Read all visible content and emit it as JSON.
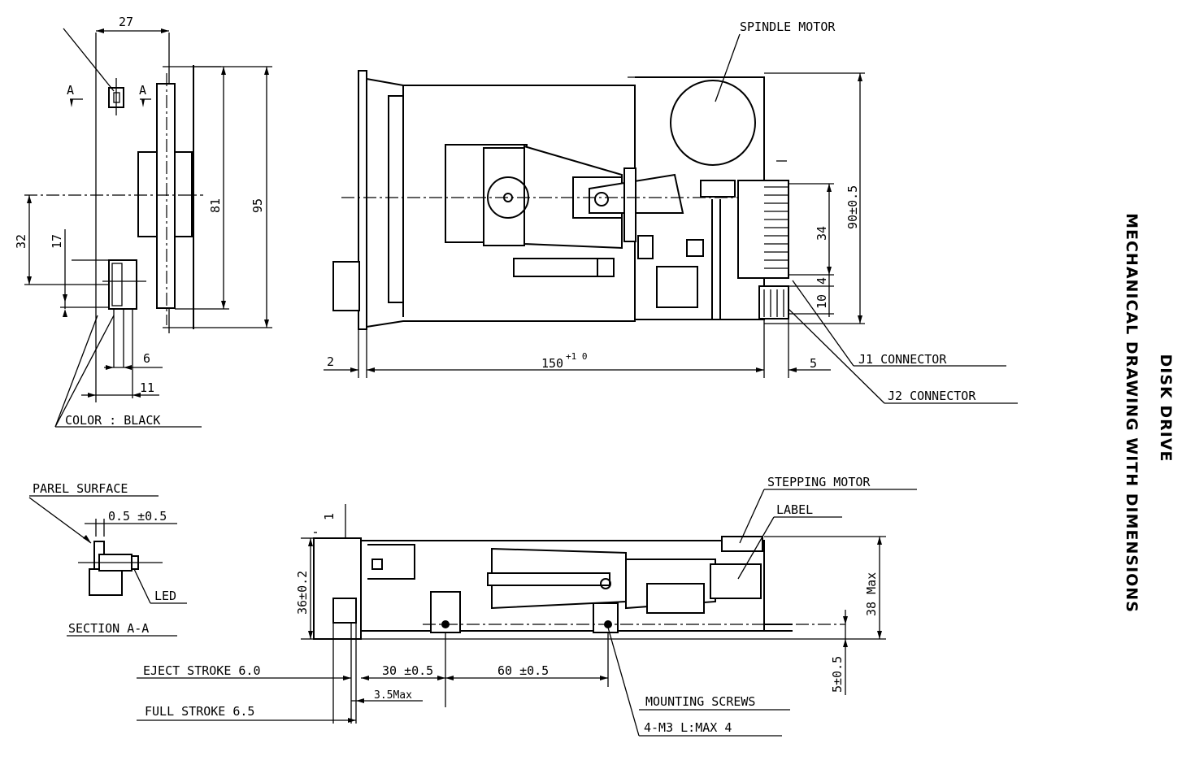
{
  "title": {
    "line1": "DISK DRIVE",
    "line2": "MECHANICAL DRAWING WITH DIMENSIONS"
  },
  "labels": {
    "spindle_motor": "SPINDLE MOTOR",
    "j1_connector": "J1 CONNECTOR",
    "j2_connector": "J2 CONNECTOR",
    "color_black": "COLOR : BLACK",
    "panel_surface": "PAREL SURFACE",
    "led": "LED",
    "section_aa": "SECTION A-A",
    "stepping_motor": "STEPPING MOTOR",
    "label": "LABEL",
    "eject_stroke": "EJECT STROKE 6.0",
    "full_stroke": "FULL STROKE 6.5",
    "mounting_screws": "MOUNTING SCREWS",
    "screw_spec": "4-M3 L:MAX 4"
  },
  "dimensions": {
    "front_width": "27",
    "front_height_95": "95",
    "front_81": "81",
    "front_32": "32",
    "front_17": "17",
    "front_6": "6",
    "front_11": "11",
    "section_marker": "A",
    "top_150": "150",
    "top_150_tol": "+1 0",
    "top_2": "2",
    "top_5": "5",
    "top_90": "90±0.5",
    "top_34": "34",
    "top_4": "4",
    "top_10": "10",
    "led_offset": "0.5 ±0.5",
    "side_1": "1",
    "side_36": "36±0.2",
    "side_38": "38 Max",
    "side_30": "30 ±0.5",
    "side_60": "60 ±0.5",
    "side_35max": "3.5Max",
    "side_5": "5±0.5"
  }
}
